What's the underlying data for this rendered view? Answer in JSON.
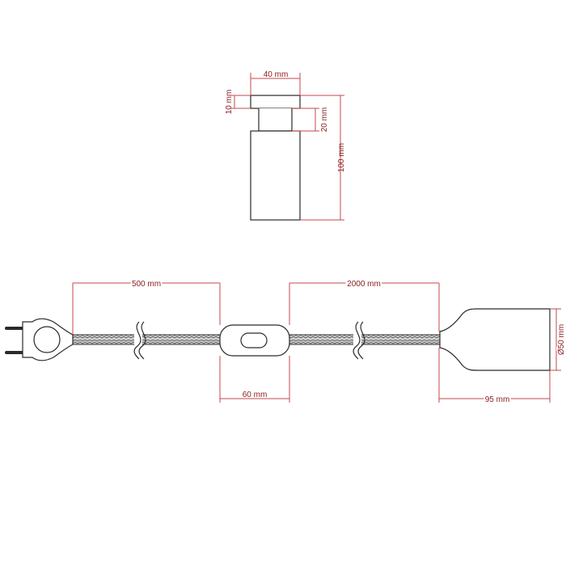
{
  "dimensions": {
    "top_width": "40 mm",
    "top_cap_height": "10 mm",
    "top_neck_height": "20 mm",
    "top_total_height": "100 mm",
    "cable_plug_to_switch": "500 mm",
    "cable_switch_to_holder": "2000 mm",
    "switch_length": "60 mm",
    "holder_length": "95 mm",
    "holder_diameter": "Ø50 mm"
  },
  "colors": {
    "dimension": "#c4474c",
    "dimension_text": "#8b1a1a",
    "outline": "#2a2a2a"
  }
}
